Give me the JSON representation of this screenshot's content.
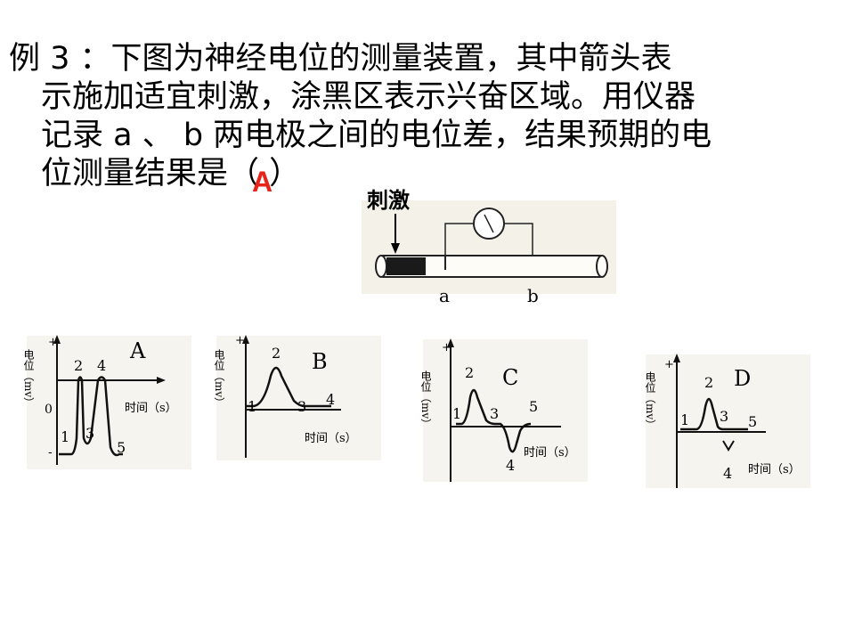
{
  "question": {
    "line1": "例 3 ：下图为神经电位的测量装置，其中箭头表",
    "line2": "示施加适宜刺激，涂黑区表示兴奋区域。用仪器",
    "line3": "记录 a 、 b 两电极之间的电位差，结果预期的电",
    "line4": "位测量结果是（          ）",
    "answer": "A",
    "answer_color": "#e8231a"
  },
  "apparatus": {
    "stimulus_label": "刺激",
    "electrode_a": "a",
    "electrode_b": "b"
  },
  "graphs": {
    "ylabel": "电位（mv）",
    "xlabel": "时间（s）",
    "plus": "+",
    "zero": "0",
    "minus": "-",
    "A": {
      "letter": "A",
      "points": [
        "1",
        "2",
        "3",
        "4",
        "5"
      ]
    },
    "B": {
      "letter": "B",
      "points": [
        "1",
        "2",
        "3",
        "4"
      ]
    },
    "C": {
      "letter": "C",
      "points": [
        "1",
        "2",
        "3",
        "4",
        "5"
      ]
    },
    "D": {
      "letter": "D",
      "points": [
        "1",
        "2",
        "3",
        "4",
        "5"
      ]
    }
  }
}
